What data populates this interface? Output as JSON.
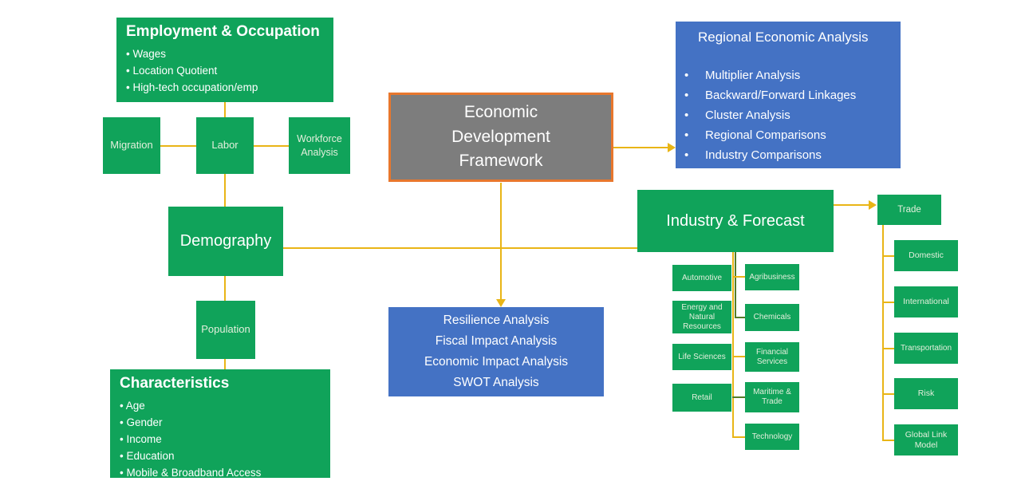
{
  "colors": {
    "green": "#10A35A",
    "blue": "#4472C4",
    "gray": "#7D7D7D",
    "orange": "#E8772D",
    "gold": "#E9B516",
    "dark_stub": "#567D28",
    "pale_text": "#E3EFDC"
  },
  "framework": {
    "lines": [
      "Economic",
      "Development",
      "Framework"
    ]
  },
  "employment": {
    "title": "Employment & Occupation",
    "bullets": [
      "Wages",
      "Location Quotient",
      "High-tech occupation/emp"
    ]
  },
  "migration": {
    "label": "Migration"
  },
  "labor": {
    "label": "Labor"
  },
  "workforce": {
    "label": "Workforce Analysis"
  },
  "demography": {
    "label": "Demography"
  },
  "population": {
    "label": "Population"
  },
  "characteristics": {
    "title": "Characteristics",
    "bullets": [
      "Age",
      "Gender",
      "Income",
      "Education",
      "Mobile & Broadband Access"
    ]
  },
  "regional": {
    "title": "Regional Economic Analysis",
    "bullets": [
      "Multiplier Analysis",
      "Backward/Forward Linkages",
      "Cluster Analysis",
      "Regional Comparisons",
      "Industry Comparisons"
    ]
  },
  "industry_forecast": {
    "label": "Industry & Forecast"
  },
  "resilience": {
    "lines": [
      "Resilience Analysis",
      "Fiscal Impact Analysis",
      "Economic Impact Analysis",
      "SWOT Analysis"
    ]
  },
  "industries": {
    "left": [
      "Automotive",
      "Energy and Natural Resources",
      "Life Sciences",
      "Retail"
    ],
    "right": [
      "Agribusiness",
      "Chemicals",
      "Financial Services",
      "Maritime & Trade",
      "Technology"
    ]
  },
  "trade": {
    "label": "Trade",
    "children": [
      "Domestic",
      "International",
      "Transportation",
      "Risk",
      "Global Link Model"
    ]
  }
}
